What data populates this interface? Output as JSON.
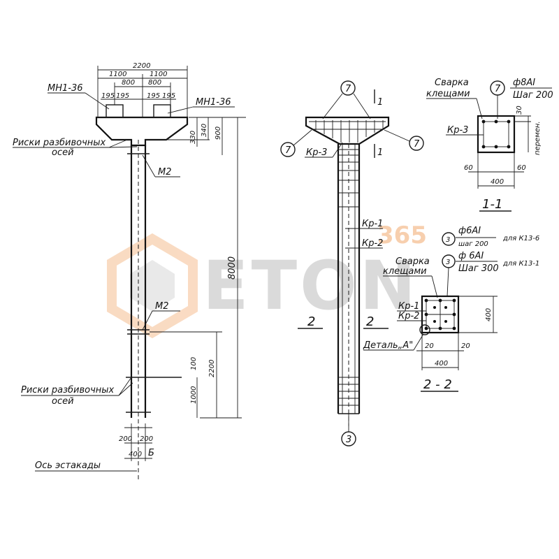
{
  "colors": {
    "ink": "#111111",
    "watermark_gray": "#bdbdbd",
    "watermark_orange": "#f3b07a"
  },
  "watermark": {
    "text": "ETON",
    "num": "365"
  },
  "left": {
    "dim_total_top": "2200",
    "dim_half_left": "1100",
    "dim_half_right": "1100",
    "dim_800_left": "800",
    "dim_800_right": "800",
    "dim_195_a": "195",
    "dim_195_b": "195",
    "dim_195_c": "195",
    "dim_195_d": "195",
    "mark_mn_left": "МН1-36",
    "mark_mn_right": "МН1-36",
    "dim_340": "340",
    "dim_900": "900",
    "dim_330": "330",
    "risk_label_1a": "Риски разбивочных",
    "risk_label_1b": "осей",
    "mark_m2_top": "М2",
    "dim_8000": "8000",
    "mark_m2_mid": "М2",
    "dim_100": "100",
    "dim_2200": "2200",
    "dim_1000": "1000",
    "risk_label_2a": "Риски разбивочных",
    "risk_label_2b": "осей",
    "dim_200_left": "200",
    "dim_200_right": "200",
    "dim_400": "400",
    "mark_b": "Б",
    "axis_label": "Ось эстакады"
  },
  "middle": {
    "callout_7": "7",
    "section_mark_1": "1",
    "kr3": "Кр-3",
    "kr1": "Кр-1",
    "kr2": "Кр-2",
    "section_mark_2": "2",
    "callout_3": "3"
  },
  "right": {
    "svarka_a": "Сварка",
    "svarka_b": "клещами",
    "phi_top": "ф8АI",
    "shag_top": "Шаг 200",
    "callout_7": "7",
    "dim_30": "30",
    "kr3": "Кр-3",
    "peremen": "перемен.",
    "dim_60_left": "60",
    "dim_60_right": "60",
    "dim_400_11": "400",
    "section_11": "1-1",
    "callout_3a": "3",
    "phi_a": "ф6АI",
    "shag_a": "шаг 200",
    "dlya_a": "для К13-6",
    "callout_3b": "3",
    "phi_b": "ф 6АI",
    "shag_b": "Шаг 300",
    "dlya_b": "для К13-1",
    "svarka2_a": "Сварка",
    "svarka2_b": "клещами",
    "kr1": "Кр-1",
    "kr2": "Кр-2",
    "dim_400_v": "400",
    "detal": "Деталь„А\"",
    "dim_20_left": "20",
    "dim_20_right": "20",
    "dim_400_22": "400",
    "section_22": "2 - 2"
  }
}
